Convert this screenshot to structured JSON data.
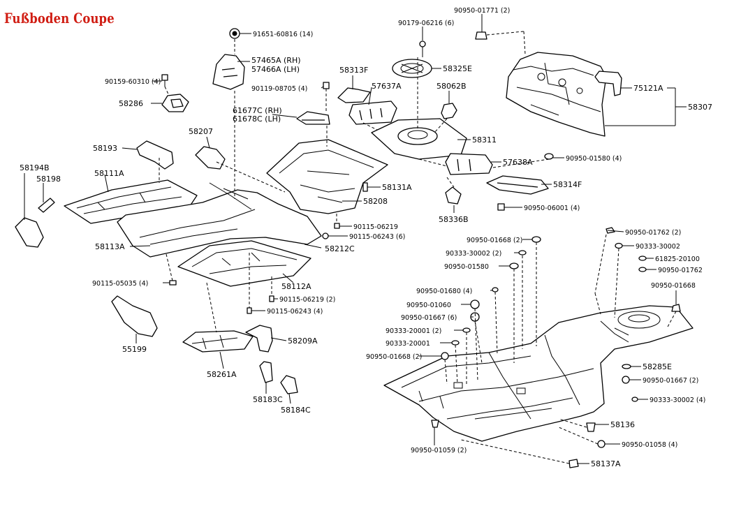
{
  "title": "Fußboden Coupe",
  "labels": {
    "p91651": "91651-60816 (14)",
    "p57465": "57465A (RH)",
    "p57466": "57466A (LH)",
    "p90159": "90159-60310 (4)",
    "p90119": "90119-08705 (4)",
    "p58286": "58286",
    "p61677": "61677C (RH)",
    "p61678": "61678C (LH)",
    "p58313F": "58313F",
    "p57637A": "57637A",
    "p90179": "90179-06216 (6)",
    "p58325E": "58325E",
    "p90950_01771": "90950-01771 (2)",
    "p58062B": "58062B",
    "p75121A": "75121A",
    "p58307": "58307",
    "p58311": "58311",
    "p58207": "58207",
    "p58193": "58193",
    "p58194B": "58194B",
    "p58198": "58198",
    "p58111A": "58111A",
    "p57638A": "57638A",
    "p90950_01580_4": "90950-01580 (4)",
    "p58131A": "58131A",
    "p58314F": "58314F",
    "p58208": "58208",
    "p90950_06001": "90950-06001 (4)",
    "p58336B": "58336B",
    "p90115_06219": "90115-06219",
    "p90115_06243_6": "90115-06243 (6)",
    "p58212C": "58212C",
    "p58113A": "58113A",
    "p90115_05035": "90115-05035 (4)",
    "p58112A": "58112A",
    "p90115_06219_2": "90115-06219 (2)",
    "p90115_06243_4": "90115-06243 (4)",
    "p55199": "55199",
    "p58209A": "58209A",
    "p58261A": "58261A",
    "p58183C": "58183C",
    "p58184C": "58184C",
    "p90950_01762_2": "90950-01762 (2)",
    "p90333_30002": "90333-30002",
    "p61825": "61825-20100",
    "p90950_01762": "90950-01762",
    "p90950_01668": "90950-01668",
    "p90950_01668_2a": "90950-01668 (2)",
    "p90333_30002_2": "90333-30002 (2)",
    "p90950_01580": "90950-01580",
    "p90950_01680_4": "90950-01680 (4)",
    "p90950_01060": "90950-01060",
    "p90950_01667_6": "90950-01667 (6)",
    "p90333_20001_2": "90333-20001 (2)",
    "p90333_20001": "90333-20001",
    "p90950_01668_2b": "90950-01668 (2)",
    "p58285E": "58285E",
    "p90950_01667_2": "90950-01667 (2)",
    "p90333_30002_4": "90333-30002 (4)",
    "p58136": "58136",
    "p90950_01058_4": "90950-01058 (4)",
    "p90950_01059_2": "90950-01059 (2)",
    "p58137A": "58137A"
  },
  "colors": {
    "title": "#d01c12",
    "line": "#000000",
    "background": "#ffffff"
  }
}
